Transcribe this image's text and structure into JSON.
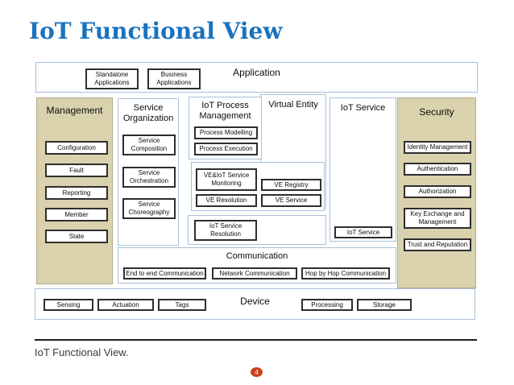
{
  "slide": {
    "title": "IoT Functional View",
    "caption": "IoT Functional View.",
    "page_number": "4"
  },
  "colors": {
    "title_blue": "#1a72bd",
    "panel_border_blue": "#a9bfd8",
    "group_fill_tan": "#d9d2ad",
    "box_border_dark": "#2e2e2e",
    "page_badge_orange": "#c9441f"
  },
  "diagram": {
    "application": {
      "label": "Application",
      "standalone": "Standalone Applications",
      "business": "Business Applications"
    },
    "management": {
      "label": "Management",
      "items": [
        "Configuration",
        "Fault",
        "Reporting",
        "Member",
        "State"
      ]
    },
    "service_organization": {
      "label": "Service Organization",
      "items": [
        "Service Composition",
        "Service Orchestration",
        "Service Choreography"
      ]
    },
    "iot_process_management": {
      "label": "IoT Process Management",
      "items": [
        "Process Modelling",
        "Process Execution"
      ]
    },
    "virtual_entity": {
      "label": "Virtual Entity",
      "monitoring": "VE&IoT Service Monitoring",
      "registry": "VE Registry",
      "resolution": "VE Resolution",
      "service": "VE Service"
    },
    "iot_service": {
      "label": "IoT Service",
      "service_box": "IoT Service",
      "resolution_box": "IoT Service Resolution"
    },
    "communication": {
      "label": "Communication",
      "items": [
        "End to end Communication",
        "Network Communication",
        "Hop by Hop Communication"
      ]
    },
    "device": {
      "label": "Device",
      "items": [
        "Sensing",
        "Actuation",
        "Tags",
        "Processing",
        "Storage"
      ]
    },
    "security": {
      "label": "Security",
      "items": [
        "Identity Management",
        "Authentication",
        "Authorization",
        "Key Exchange and Management",
        "Trust and Reputation"
      ]
    }
  }
}
